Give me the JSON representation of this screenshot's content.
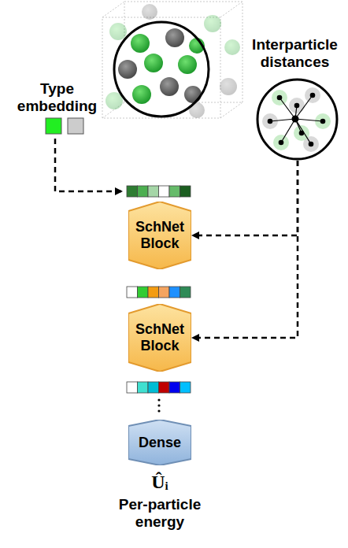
{
  "diagram": {
    "nodes": [
      {
        "text": [
          "Interparticle distances"
        ]
      },
      {
        "text": [
          "SchNet Block"
        ]
      },
      {
        "text": [
          "SchNet Block"
        ]
      },
      {
        "text": [
          "Dense"
        ]
      }
    ],
    "edges": [
      {
        "from": 0,
        "to": 1,
        "arrow": "to"
      },
      {
        "from": 0,
        "to": 2,
        "arrow": "to"
      }
    ],
    "labels": [
      "Type embedding",
      "Ûᵢ",
      "Per-particle energy"
    ]
  }
}
